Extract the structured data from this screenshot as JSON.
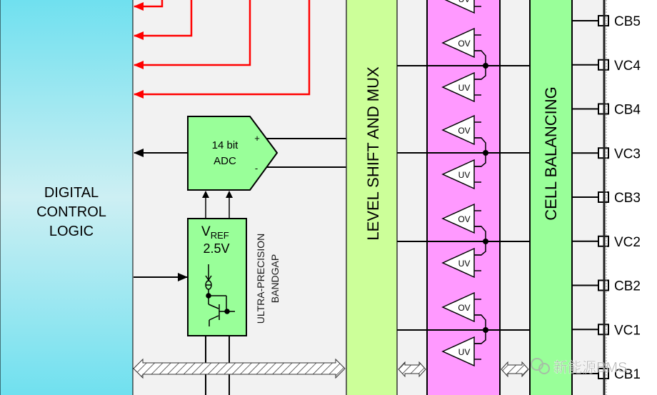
{
  "blocks": {
    "digital": [
      "DIGITAL",
      "CONTROL",
      "LOGIC"
    ],
    "adc": [
      "14 bit",
      "ADC"
    ],
    "adc_plus": "+",
    "adc_minus": "-",
    "vref": {
      "v": "V",
      "sub": "REF",
      "value": "2.5V"
    },
    "bandgap": [
      "ULTRA-PRECISION",
      "BANDGAP"
    ],
    "level_shift": "LEVEL SHIFT AND MUX",
    "cell_balancing": "CELL BALANCING"
  },
  "comparators": {
    "ov": "OV",
    "uv": "UV"
  },
  "pins": [
    "CB5",
    "VC4",
    "CB4",
    "VC3",
    "CB3",
    "VC2",
    "CB2",
    "VC1",
    "CB1"
  ],
  "watermark": "新能源BMS",
  "colors": {
    "digital": "#6fe0ef",
    "adc": "#99ff99",
    "level_shift": "#ccff99",
    "comparator_band": "#ff99ff",
    "cell_balancing": "#99ff99",
    "signal_red": "#ff0000",
    "background": "#f2f2f2"
  }
}
